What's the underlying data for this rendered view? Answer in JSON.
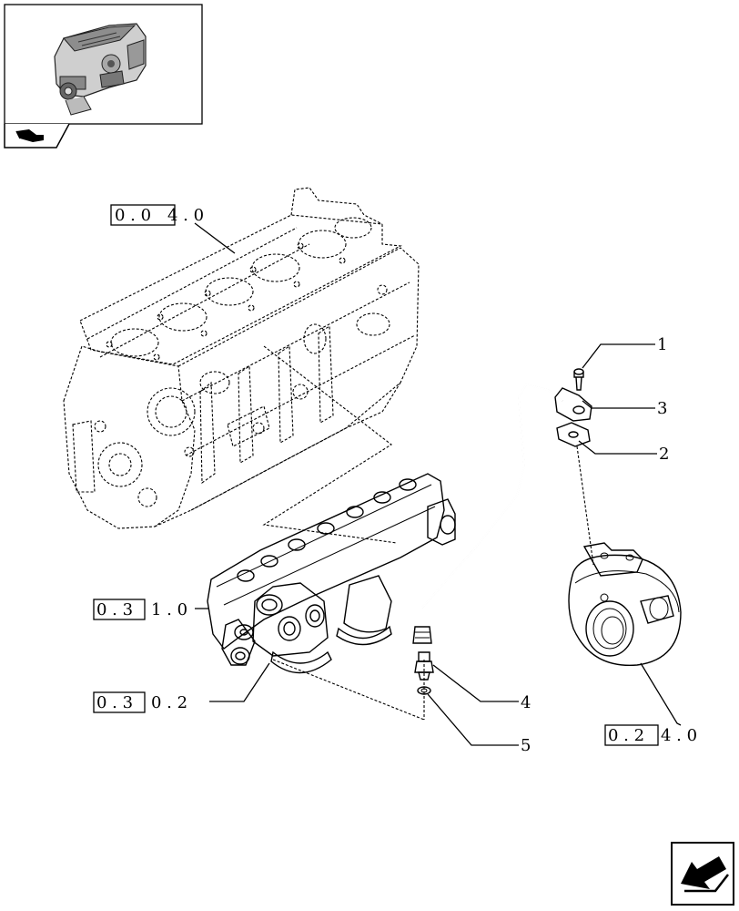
{
  "callouts": [
    {
      "id": "1",
      "label": "1"
    },
    {
      "id": "2",
      "label": "2"
    },
    {
      "id": "3",
      "label": "3"
    },
    {
      "id": "4",
      "label": "4"
    },
    {
      "id": "5",
      "label": "5"
    }
  ],
  "references": {
    "engine_block": {
      "boxed": "0 . 0",
      "rest": "4 . 0"
    },
    "oil_filter_support": {
      "boxed": "0 . 3",
      "rest": "1 . 0"
    },
    "oil_filter": {
      "boxed": "0 . 3",
      "rest": "0 . 2"
    },
    "turbocharger": {
      "boxed": "0 . 2",
      "rest": "4 . 0"
    }
  },
  "icons": {
    "thumbnail": "engine-thumbnail-icon",
    "thumbnail_tab": "bookmark-arrow-icon",
    "nav": "page-back-arrow-icon"
  }
}
